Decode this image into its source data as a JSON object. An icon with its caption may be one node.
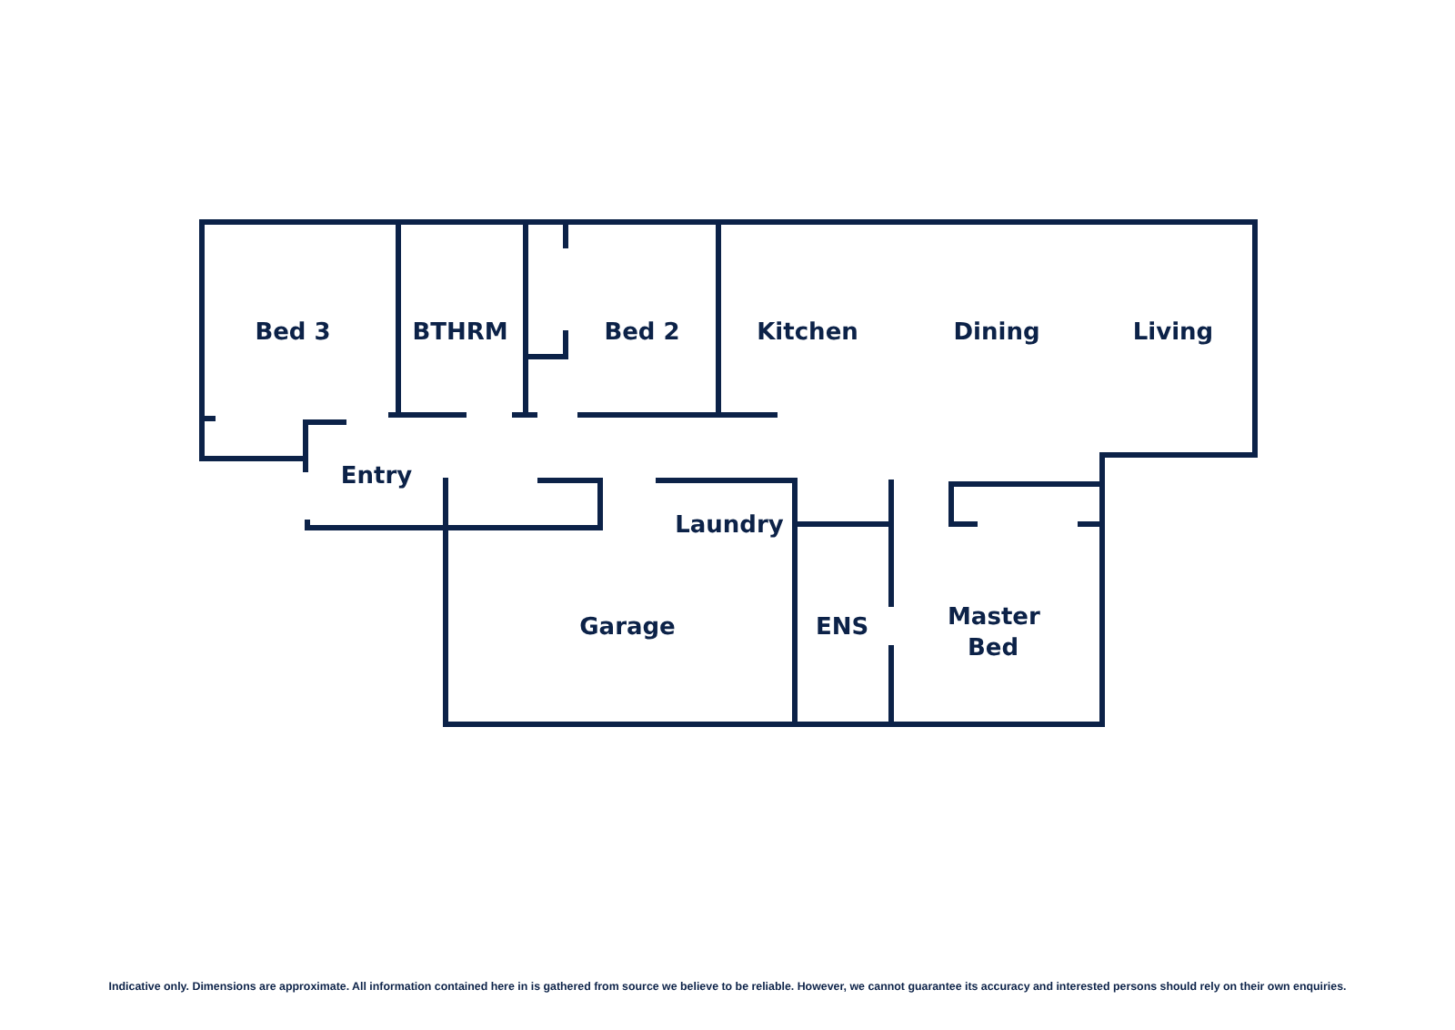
{
  "diagram": {
    "labels": [
      "Bed 3",
      "BTHRM",
      "Bed 2",
      "Kitchen",
      "Dining",
      "Living",
      "Entry",
      "Laundry",
      "Garage",
      "ENS",
      "Master Bed"
    ],
    "caption": "Indicative only. Dimensions are approximate. All information contained here in is gathered from source we believe to be reliable. However, we cannot guarantee its accuracy and interested persons should rely on their own enquiries."
  }
}
